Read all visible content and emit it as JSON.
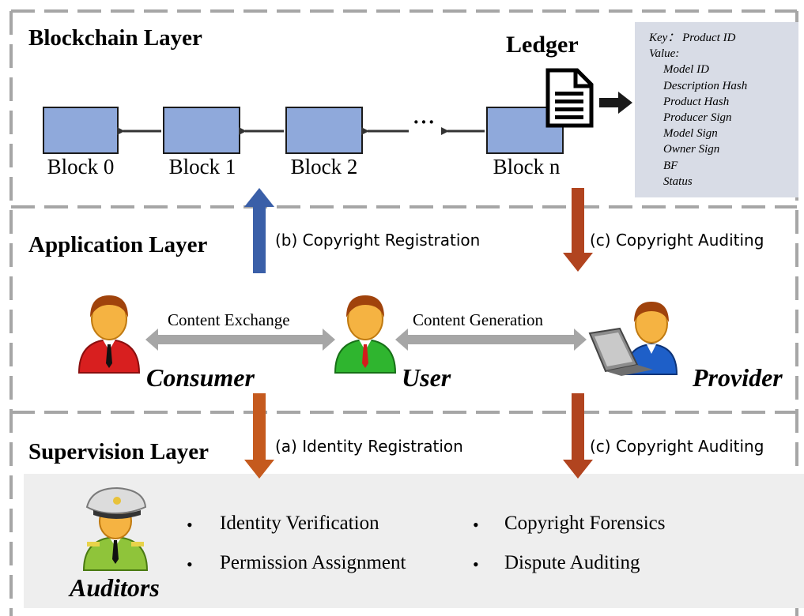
{
  "blockchain_layer": {
    "title": "Blockchain Layer",
    "ledger_label": "Ledger",
    "blocks": [
      "Block 0",
      "Block 1",
      "Block 2",
      "Block n"
    ],
    "ellipsis": "···",
    "ledger_record": {
      "key": "Key： Product ID",
      "value_label": "Value:",
      "fields": [
        "Model ID",
        "Description Hash",
        "Product Hash",
        "Producer Sign",
        "Model Sign",
        "Owner Sign",
        "BF",
        "Status"
      ]
    }
  },
  "application_layer": {
    "title": "Application Layer",
    "flow_b": "(b) Copyright Registration",
    "flow_c": "(c) Copyright Auditing",
    "exchange_label": "Content Exchange",
    "generation_label": "Content Generation",
    "roles": {
      "consumer": "Consumer",
      "user": "User",
      "provider": "Provider"
    }
  },
  "supervision_layer": {
    "title": "Supervision Layer",
    "flow_a": "(a) Identity Registration",
    "flow_c": "(c) Copyright Auditing",
    "auditors_label": "Auditors",
    "tasks_left": [
      "Identity Verification",
      "Permission Assignment"
    ],
    "tasks_right": [
      "Copyright Forensics",
      "Dispute Auditing"
    ]
  },
  "colors": {
    "block_fill": "#8fa9db",
    "up_arrow": "#3a5fa8",
    "down_arrow": "#b1441f",
    "dashed_border": "#a6a6a6",
    "gray_arrow": "#a6a6a6"
  },
  "icons": [
    "consumer-person-icon",
    "user-person-icon",
    "provider-laptop-person-icon",
    "auditor-officer-icon",
    "ledger-document-icon"
  ]
}
